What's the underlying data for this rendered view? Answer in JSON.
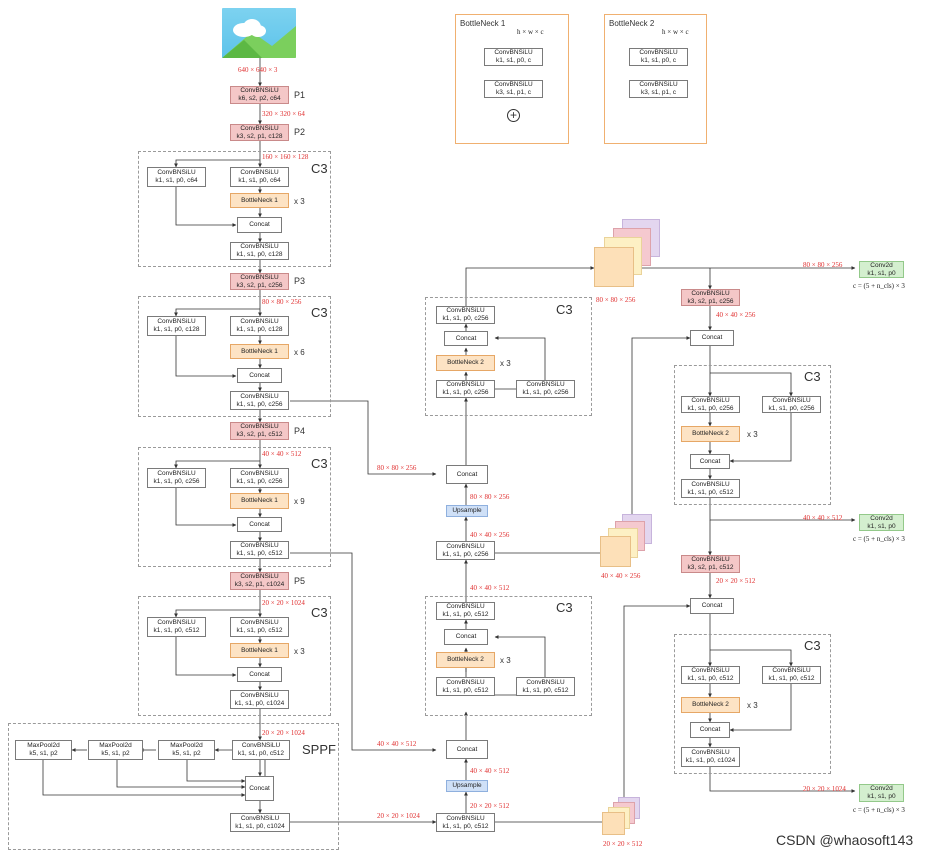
{
  "input": {
    "dim": "640 × 640 × 3"
  },
  "backbone": {
    "p1": {
      "name": "P1",
      "l1": "ConvBNSiLU",
      "l2": "k6, s2, p2, c64",
      "dim": "320 × 320 × 64"
    },
    "p2": {
      "name": "P2",
      "l1": "ConvBNSiLU",
      "l2": "k3, s2, p1, c128",
      "dim": "160 × 160 × 128"
    },
    "p3": {
      "name": "P3",
      "l1": "ConvBNSiLU",
      "l2": "k3, s2, p1, c256",
      "dim": "80 × 80 × 256"
    },
    "p4": {
      "name": "P4",
      "l1": "ConvBNSiLU",
      "l2": "k3, s2, p1, c512",
      "dim": "40 × 40 × 512"
    },
    "p5": {
      "name": "P5",
      "l1": "ConvBNSiLU",
      "l2": "k3, s2, p1, c1024",
      "dim": "20 × 20 × 1024"
    },
    "c3a": {
      "title": "C3",
      "left": "k1, s1, p0, c64",
      "main": "k1, s1, p0, c64",
      "bn": "BottleNeck 1",
      "rep": "x 3",
      "out": "k1, s1, p0, c128"
    },
    "c3b": {
      "title": "C3",
      "left": "k1, s1, p0, c128",
      "main": "k1, s1, p0, c128",
      "bn": "BottleNeck 1",
      "rep": "x 6",
      "out": "k1, s1, p0, c256"
    },
    "c3c": {
      "title": "C3",
      "left": "k1, s1, p0, c256",
      "main": "k1, s1, p0, c256",
      "bn": "BottleNeck 1",
      "rep": "x 9",
      "out": "k1, s1, p0, c512"
    },
    "c3d": {
      "title": "C3",
      "left": "k1, s1, p0, c512",
      "main": "k1, s1, p0, c512",
      "bn": "BottleNeck 1",
      "rep": "x 3",
      "out": "k1, s1, p0, c1024"
    },
    "sppf": {
      "title": "SPPF",
      "mp": "MaxPool2d",
      "mpk": "k5, s1, p2",
      "in": "k1, s1, p0, c512",
      "out": "k1, s1, p0, c1024",
      "dim": "20 × 20 × 1024"
    }
  },
  "labels": {
    "conv": "ConvBNSiLU",
    "concat": "Concat",
    "upsample": "Upsample",
    "conv2d": "Conv2d"
  },
  "bottleneck1": {
    "title": "BottleNeck 1",
    "in": "h × w × c",
    "a": "k1, s1, p0, c",
    "b": "k3, s1, p1, c",
    "plus": "+"
  },
  "bottleneck2": {
    "title": "BottleNeck 2",
    "in": "h × w × c",
    "a": "k1, s1, p0, c",
    "b": "k3, s1, p1, c"
  },
  "neck": {
    "sppf_out": {
      "l2": "k1, s1, p0, c512",
      "dim_a": "20 × 20 × 1024",
      "dim_b": "20 × 20 × 512"
    },
    "up1": {
      "dim_in": "40 × 40 × 512",
      "cat_in": "40 × 40 × 512"
    },
    "c3e": {
      "title": "C3",
      "top": "k1, s1, p0, c512",
      "bn": "BottleNeck 2",
      "rep": "x 3",
      "main": "k1, s1, p0, c512",
      "side": "k1, s1, p0, c512",
      "dim": "40 × 40 × 512"
    },
    "conv256": {
      "l2": "k1, s1, p0, c256",
      "dim": "40 × 40 × 256"
    },
    "up2": {
      "dim_in": "80 × 80 × 256",
      "cat_in": "80 × 80 × 256"
    },
    "c3f": {
      "title": "C3",
      "top": "k1, s1, p0, c256",
      "bn": "BottleNeck 2",
      "rep": "x 3",
      "main": "k1, s1, p0, c256",
      "side": "k1, s1, p0, c256"
    }
  },
  "head": {
    "fm80": {
      "dim": "80 × 80 × 256",
      "out_dim": "80 × 80 × 256"
    },
    "fm40": {
      "dim": "40 × 40 × 256",
      "out_dim": "40 × 40 × 512"
    },
    "fm20": {
      "dim": "20 × 20 × 512",
      "out_dim": "20 × 20 × 1024"
    },
    "down1": {
      "l2": "k3, s2, p1, c256",
      "dim": "40 × 40 × 256"
    },
    "c3g": {
      "title": "C3",
      "main": "k1, s1, p0, c256",
      "side": "k1, s1, p0, c256",
      "bn": "BottleNeck 2",
      "rep": "x 3",
      "out": "k1, s1, p0, c512"
    },
    "down2": {
      "l2": "k3, s2, p1, c512",
      "dim": "20 × 20 × 512"
    },
    "c3h": {
      "title": "C3",
      "main": "k1, s1, p0, c512",
      "side": "k1, s1, p0, c512",
      "bn": "BottleNeck 2",
      "rep": "x 3",
      "out": "k1, s1, p0, c1024"
    },
    "det": {
      "l2": "k1, s1, p0",
      "formula": "c = (5 + n_cls) × 3"
    }
  },
  "watermark": "CSDN @whaosoft143",
  "colors": {
    "red_fill": "#f4c7c7",
    "orange_fill": "#fde3c4",
    "blue_fill": "#cfe0f7",
    "green_fill": "#d4efcf",
    "dim_text": "#e03030",
    "bottleneck_border": "#f0b070"
  }
}
